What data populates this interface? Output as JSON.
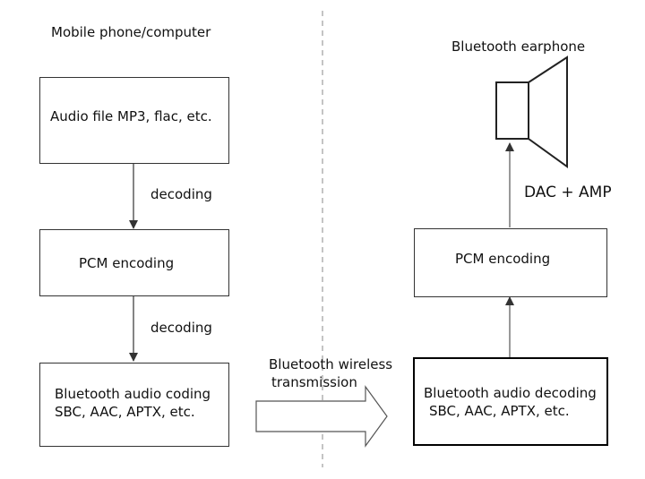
{
  "left": {
    "heading": "Mobile phone/computer",
    "box1": "Audio file MP3, flac, etc.",
    "arrow1_label": "decoding",
    "box2": "PCM encoding",
    "arrow2_label": "decoding",
    "box3_line1": "Bluetooth audio coding",
    "box3_line2": "SBC, AAC, APTX, etc."
  },
  "middle": {
    "transmission_line1": "Bluetooth wireless",
    "transmission_line2": "transmission"
  },
  "right": {
    "heading": "Bluetooth earphone",
    "speaker_icon": "speaker-icon",
    "dac_label": "DAC + AMP",
    "box2": "PCM encoding",
    "box3_line1": "Bluetooth audio decoding",
    "box3_line2": "SBC, AAC, APTX, etc."
  }
}
